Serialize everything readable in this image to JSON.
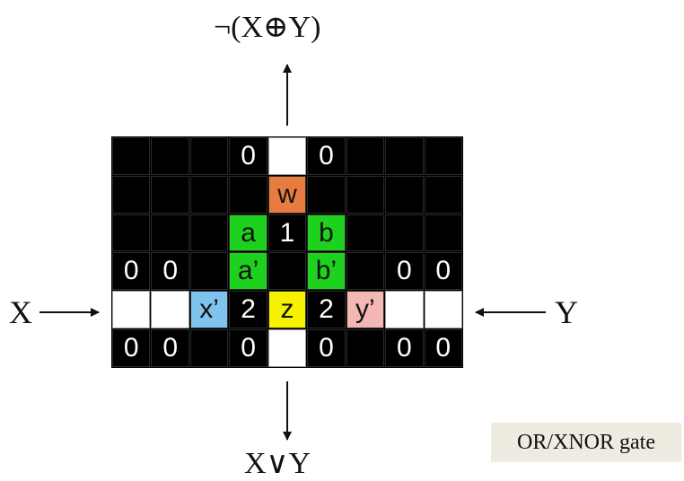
{
  "labels": {
    "top": "¬(X⊕Y)",
    "bottom": "X∨Y",
    "left": "X",
    "right": "Y"
  },
  "gate_name": "OR/XNOR gate",
  "colors": {
    "black": "#000000",
    "white": "#ffffff",
    "orange": "#e87c3e",
    "green": "#1fd11f",
    "blue": "#7fc4ee",
    "yellow": "#f7f200",
    "pink": "#f3b8b4",
    "badge_bg": "#eeebe0"
  },
  "grid": {
    "rows": [
      [
        {
          "t": "",
          "c": "black"
        },
        {
          "t": "",
          "c": "black"
        },
        {
          "t": "",
          "c": "black"
        },
        {
          "t": "0",
          "c": "black"
        },
        {
          "t": "",
          "c": "white"
        },
        {
          "t": "0",
          "c": "black"
        },
        {
          "t": "",
          "c": "black"
        },
        {
          "t": "",
          "c": "black"
        },
        {
          "t": "",
          "c": "black"
        }
      ],
      [
        {
          "t": "",
          "c": "black"
        },
        {
          "t": "",
          "c": "black"
        },
        {
          "t": "",
          "c": "black"
        },
        {
          "t": "",
          "c": "black"
        },
        {
          "t": "w",
          "c": "orange"
        },
        {
          "t": "",
          "c": "black"
        },
        {
          "t": "",
          "c": "black"
        },
        {
          "t": "",
          "c": "black"
        },
        {
          "t": "",
          "c": "black"
        }
      ],
      [
        {
          "t": "",
          "c": "black"
        },
        {
          "t": "",
          "c": "black"
        },
        {
          "t": "",
          "c": "black"
        },
        {
          "t": "a",
          "c": "green"
        },
        {
          "t": "1",
          "c": "black"
        },
        {
          "t": "b",
          "c": "green"
        },
        {
          "t": "",
          "c": "black"
        },
        {
          "t": "",
          "c": "black"
        },
        {
          "t": "",
          "c": "black"
        }
      ],
      [
        {
          "t": "0",
          "c": "black"
        },
        {
          "t": "0",
          "c": "black"
        },
        {
          "t": "",
          "c": "black"
        },
        {
          "t": "a’",
          "c": "green"
        },
        {
          "t": "",
          "c": "black"
        },
        {
          "t": "b’",
          "c": "green"
        },
        {
          "t": "",
          "c": "black"
        },
        {
          "t": "0",
          "c": "black"
        },
        {
          "t": "0",
          "c": "black"
        }
      ],
      [
        {
          "t": "",
          "c": "white"
        },
        {
          "t": "",
          "c": "white"
        },
        {
          "t": "x’",
          "c": "blue"
        },
        {
          "t": "2",
          "c": "black"
        },
        {
          "t": "z",
          "c": "yellow"
        },
        {
          "t": "2",
          "c": "black"
        },
        {
          "t": "y’",
          "c": "pink"
        },
        {
          "t": "",
          "c": "white"
        },
        {
          "t": "",
          "c": "white"
        }
      ],
      [
        {
          "t": "0",
          "c": "black"
        },
        {
          "t": "0",
          "c": "black"
        },
        {
          "t": "",
          "c": "black"
        },
        {
          "t": "0",
          "c": "black"
        },
        {
          "t": "",
          "c": "white"
        },
        {
          "t": "0",
          "c": "black"
        },
        {
          "t": "",
          "c": "black"
        },
        {
          "t": "0",
          "c": "black"
        },
        {
          "t": "0",
          "c": "black"
        }
      ]
    ]
  }
}
